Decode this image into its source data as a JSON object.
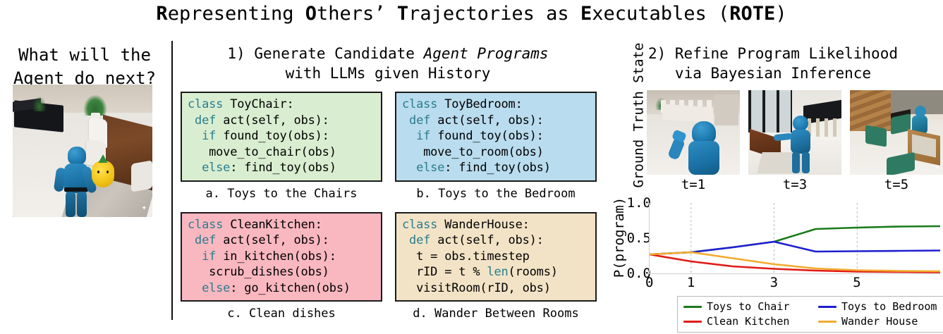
{
  "title": {
    "segments": [
      {
        "text": "R",
        "bold": true
      },
      {
        "text": "epresenting ",
        "bold": false
      },
      {
        "text": "O",
        "bold": true
      },
      {
        "text": "thers’ ",
        "bold": false
      },
      {
        "text": "T",
        "bold": true
      },
      {
        "text": "rajectories as ",
        "bold": false
      },
      {
        "text": "E",
        "bold": true
      },
      {
        "text": "xecutables (",
        "bold": false
      },
      {
        "text": "ROTE",
        "bold": true
      },
      {
        "text": ")",
        "bold": false
      }
    ],
    "plain": "Representing Others’ Trajectories as Executables (ROTE)"
  },
  "left_panel": {
    "question_line1": "What will the",
    "question_line2": "Agent do next?",
    "scene_alt": "robot-holding-pineapple-toy-in-dining-room"
  },
  "section1": {
    "heading_line1_prefix": "1) Generate Candidate ",
    "heading_line1_italic": "Agent Programs",
    "heading_line2": "with LLMs given History",
    "programs": [
      {
        "id": "a",
        "color": "#d9eed1",
        "caption": "a. Toys to the Chairs",
        "lines": [
          [
            {
              "t": "class",
              "kw": true
            },
            {
              "t": " ToyChair:",
              "kw": false
            }
          ],
          [
            {
              "t": " ",
              "kw": false
            },
            {
              "t": "def",
              "kw": true
            },
            {
              "t": " act(self, obs):",
              "kw": false
            }
          ],
          [
            {
              "t": "  ",
              "kw": false
            },
            {
              "t": "if",
              "kw": true
            },
            {
              "t": " found_toy(obs):",
              "kw": false
            }
          ],
          [
            {
              "t": "   move_to_chair(obs)",
              "kw": false
            }
          ],
          [
            {
              "t": "  ",
              "kw": false
            },
            {
              "t": "else",
              "kw": true
            },
            {
              "t": ": find_toy(obs)",
              "kw": false
            }
          ]
        ]
      },
      {
        "id": "b",
        "color": "#b9dcee",
        "caption": "b. Toys to the Bedroom",
        "lines": [
          [
            {
              "t": "class",
              "kw": true
            },
            {
              "t": " ToyBedroom:",
              "kw": false
            }
          ],
          [
            {
              "t": " ",
              "kw": false
            },
            {
              "t": "def",
              "kw": true
            },
            {
              "t": " act(self, obs):",
              "kw": false
            }
          ],
          [
            {
              "t": "  ",
              "kw": false
            },
            {
              "t": "if",
              "kw": true
            },
            {
              "t": " found_toy(obs):",
              "kw": false
            }
          ],
          [
            {
              "t": "   move_to_room(obs)",
              "kw": false
            }
          ],
          [
            {
              "t": "  ",
              "kw": false
            },
            {
              "t": "else",
              "kw": true
            },
            {
              "t": ": find_toy(obs)",
              "kw": false
            }
          ]
        ]
      },
      {
        "id": "c",
        "color": "#f9b7c0",
        "caption": "c. Clean dishes",
        "lines": [
          [
            {
              "t": "class",
              "kw": true
            },
            {
              "t": " CleanKitchen:",
              "kw": false
            }
          ],
          [
            {
              "t": " ",
              "kw": false
            },
            {
              "t": "def",
              "kw": true
            },
            {
              "t": " act(self, obs):",
              "kw": false
            }
          ],
          [
            {
              "t": "  ",
              "kw": false
            },
            {
              "t": "if",
              "kw": true
            },
            {
              "t": " in_kitchen(obs):",
              "kw": false
            }
          ],
          [
            {
              "t": "   scrub_dishes(obs)",
              "kw": false
            }
          ],
          [
            {
              "t": "  ",
              "kw": false
            },
            {
              "t": "else",
              "kw": true
            },
            {
              "t": ": go_kitchen(obs)",
              "kw": false
            }
          ]
        ]
      },
      {
        "id": "d",
        "color": "#f2e3c6",
        "caption": "d. Wander Between Rooms",
        "lines": [
          [
            {
              "t": "class",
              "kw": true
            },
            {
              "t": " WanderHouse:",
              "kw": false
            }
          ],
          [
            {
              "t": " ",
              "kw": false
            },
            {
              "t": "def",
              "kw": true
            },
            {
              "t": " act(self, obs):",
              "kw": false
            }
          ],
          [
            {
              "t": "  t = obs.timestep",
              "kw": false
            }
          ],
          [
            {
              "t": "  rID = t % ",
              "kw": false
            },
            {
              "t": "len",
              "kw": true
            },
            {
              "t": "(rooms)",
              "kw": false
            }
          ],
          [
            {
              "t": "  visitRoom(rID, obs)",
              "kw": false
            }
          ]
        ]
      }
    ]
  },
  "section2": {
    "heading_line1": "2) Refine Program Likelihood",
    "heading_line2": "via Bayesian Inference",
    "row_label": "Ground Truth State",
    "frames": [
      {
        "caption": "t=1",
        "alt": "robot-in-dining-room"
      },
      {
        "caption": "t=3",
        "alt": "robot-reaching-in-kitchen"
      },
      {
        "caption": "t=5",
        "alt": "robot-with-green-chairs"
      }
    ]
  },
  "chart_data": {
    "type": "line",
    "title": "",
    "xlabel": "",
    "ylabel": "P(program)",
    "xlim": [
      0,
      7
    ],
    "ylim": [
      0.0,
      1.0
    ],
    "xticks": [
      0,
      1,
      3,
      5
    ],
    "xtick_labels": [
      "0",
      "1",
      "3",
      "5"
    ],
    "yticks": [
      0.0,
      0.5,
      1.0
    ],
    "ytick_labels": [
      "0.0",
      "0.5",
      "1.0"
    ],
    "grid": "vertical-dashed",
    "legend_position": "below",
    "x": [
      0,
      1,
      2,
      3,
      4,
      5,
      6,
      7
    ],
    "series": [
      {
        "name": "Toys to Chair",
        "color": "#1a7a1a",
        "values": [
          0.27,
          0.3,
          0.37,
          0.45,
          0.63,
          0.65,
          0.665,
          0.67
        ]
      },
      {
        "name": "Toys to Bedroom",
        "color": "#1f1fd0",
        "values": [
          0.27,
          0.3,
          0.37,
          0.45,
          0.31,
          0.315,
          0.32,
          0.325
        ]
      },
      {
        "name": "Clean Kitchen",
        "color": "#e01b16",
        "values": [
          0.27,
          0.17,
          0.1,
          0.065,
          0.04,
          0.025,
          0.02,
          0.015
        ]
      },
      {
        "name": "Wander House",
        "color": "#f2ab2e",
        "values": [
          0.27,
          0.3,
          0.215,
          0.13,
          0.07,
          0.045,
          0.035,
          0.03
        ]
      }
    ]
  }
}
